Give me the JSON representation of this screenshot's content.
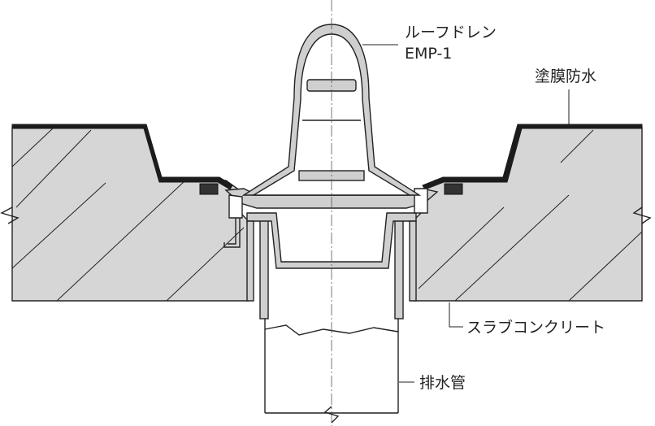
{
  "labels": {
    "roof_drain": "ルーフドレン",
    "model": "EMP-1",
    "waterproofing": "塗膜防水",
    "slab": "スラブコンクリート",
    "drain_pipe": "排水管"
  }
}
